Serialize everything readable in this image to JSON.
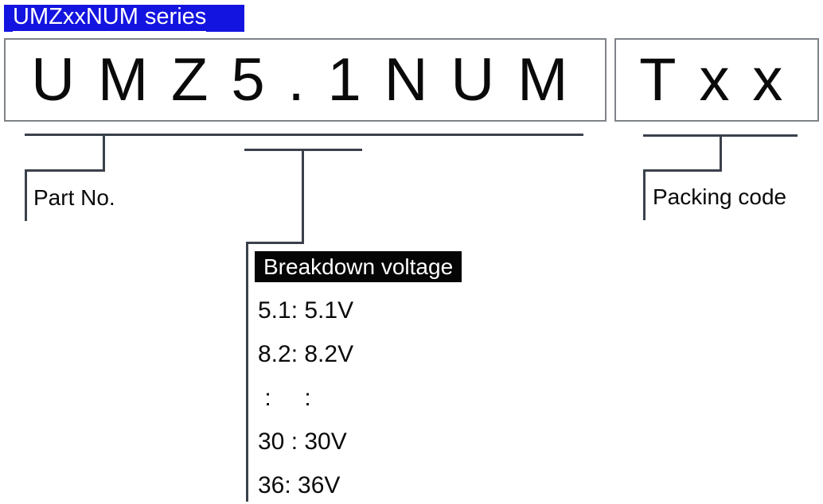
{
  "header": {
    "series_label": "UMZxxNUM series"
  },
  "part_number_box": {
    "value": "UMZ5.1NUM",
    "label": "Part No."
  },
  "packing_box": {
    "value": "Txx",
    "label": "Packing code"
  },
  "breakdown": {
    "title": "Breakdown voltage",
    "options": [
      "5.1: 5.1V",
      "8.2: 8.2V",
      " :     :",
      "30 : 30V",
      "36: 36V"
    ]
  },
  "colors": {
    "header_background": "#1414e0",
    "header_text": "#ffffff",
    "connector_line": "#3a414b",
    "box_border": "#7f8388",
    "badge_background": "#050505",
    "badge_text": "#ffffff",
    "body_text": "#0a0a0a"
  }
}
